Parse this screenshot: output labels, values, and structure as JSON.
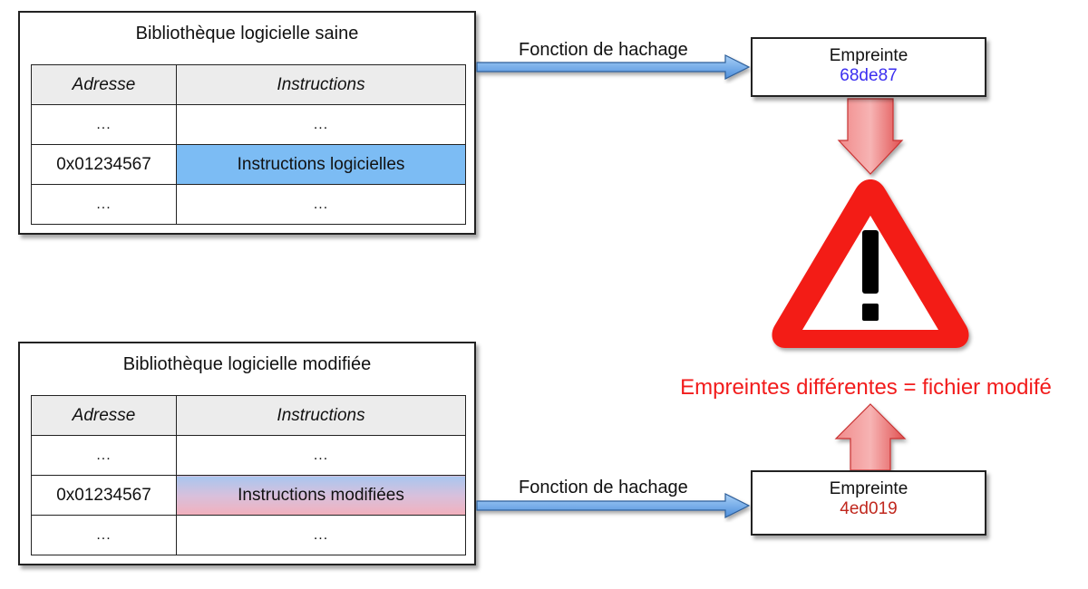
{
  "library_sane": {
    "title": "Bibliothèque logicielle saine",
    "columns": [
      "Adresse",
      "Instructions"
    ],
    "rows": [
      {
        "address": "...",
        "instructions": "..."
      },
      {
        "address": "0x01234567",
        "instructions": "Instructions logicielles"
      },
      {
        "address": "...",
        "instructions": "..."
      }
    ]
  },
  "library_modified": {
    "title": "Bibliothèque logicielle modifiée",
    "columns": [
      "Adresse",
      "Instructions"
    ],
    "rows": [
      {
        "address": "...",
        "instructions": "..."
      },
      {
        "address": "0x01234567",
        "instructions": "Instructions modifiées"
      },
      {
        "address": "...",
        "instructions": "..."
      }
    ]
  },
  "hash_arrow_label_top": "Fonction de hachage",
  "hash_arrow_label_bottom": "Fonction de hachage",
  "fingerprint_top": {
    "label": "Empreinte",
    "hash": "68de87"
  },
  "fingerprint_bottom": {
    "label": "Empreinte",
    "hash": "4ed019"
  },
  "alert_message": "Empreintes différentes = fichier modifé",
  "colors": {
    "highlight_sane": "#7cbcf4",
    "highlight_modified": "#f3b0bc",
    "hash_top": "#3b2ef0",
    "hash_bottom": "#c0271d",
    "alert": "#f21c1c",
    "arrow_blue": "#5b9ee6"
  },
  "icons": {
    "warning": "warning-triangle-icon",
    "hash_arrow": "arrow-right-icon",
    "red_arrow_down": "arrow-down-icon",
    "red_arrow_up": "arrow-up-icon"
  }
}
